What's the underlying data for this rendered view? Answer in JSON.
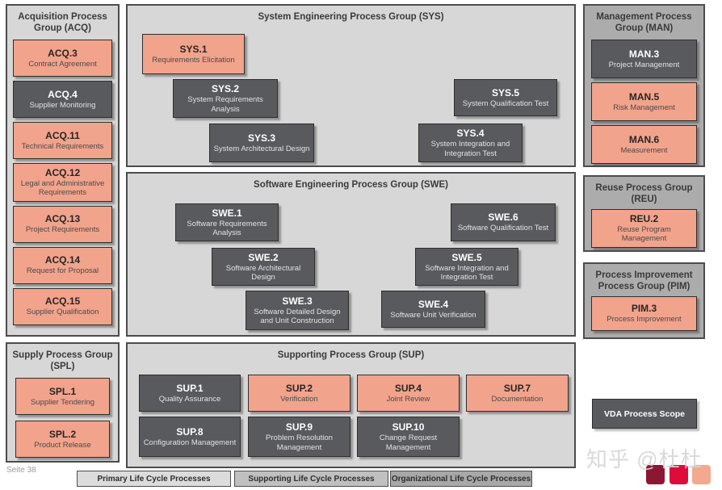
{
  "page": {
    "footer": "Seite 38",
    "watermark": "知乎 @杜杜"
  },
  "colors": {
    "primary-fill": "#F2A38C",
    "scoped-fill": "#595A5E",
    "panel-light": "#D7D7D7",
    "panel-dark": "#ACACAC",
    "legend-primary": "#DCDCDC",
    "legend-supporting": "#C0C0C0",
    "legend-organizational": "#A8A8A8",
    "logo-dark-red": "#8C1733",
    "logo-red": "#DF0B3B",
    "logo-salmon": "#F2A98E"
  },
  "legend": {
    "primary": "Primary Life Cycle Processes",
    "supporting": "Supporting Life Cycle Processes",
    "organizational": "Organizational Life Cycle Processes"
  },
  "scope": {
    "label": "VDA Process Scope"
  },
  "groups": {
    "acq": {
      "title": "Acquisition Process Group (ACQ)",
      "processes": [
        {
          "id": "ACQ.3",
          "name": "Contract Agreement"
        },
        {
          "id": "ACQ.4",
          "name": "Supplier Monitoring"
        },
        {
          "id": "ACQ.11",
          "name": "Technical Requirements"
        },
        {
          "id": "ACQ.12",
          "name": "Legal and Administrative Requirements"
        },
        {
          "id": "ACQ.13",
          "name": "Project Requirements"
        },
        {
          "id": "ACQ.14",
          "name": "Request for Proposal"
        },
        {
          "id": "ACQ.15",
          "name": "Supplier Qualification"
        }
      ]
    },
    "spl": {
      "title": "Supply Process Group (SPL)",
      "processes": [
        {
          "id": "SPL.1",
          "name": "Supplier Tendering"
        },
        {
          "id": "SPL.2",
          "name": "Product Release"
        }
      ]
    },
    "sys": {
      "title": "System Engineering Process Group (SYS)",
      "processes": [
        {
          "id": "SYS.1",
          "name": "Requirements Elicitation"
        },
        {
          "id": "SYS.2",
          "name": "System Requirements Analysis"
        },
        {
          "id": "SYS.3",
          "name": "System Architectural Design"
        },
        {
          "id": "SYS.4",
          "name": "System Integration and Integration Test"
        },
        {
          "id": "SYS.5",
          "name": "System Qualification Test"
        }
      ]
    },
    "swe": {
      "title": "Software Engineering Process Group (SWE)",
      "processes": [
        {
          "id": "SWE.1",
          "name": "Software Requirements Analysis"
        },
        {
          "id": "SWE.2",
          "name": "Software Architectural Design"
        },
        {
          "id": "SWE.3",
          "name": "Software Detailed Design and Unit Construction"
        },
        {
          "id": "SWE.4",
          "name": "Software Unit Verification"
        },
        {
          "id": "SWE.5",
          "name": "Software Integration and Integration Test"
        },
        {
          "id": "SWE.6",
          "name": "Software Qualification Test"
        }
      ]
    },
    "sup": {
      "title": "Supporting Process Group (SUP)",
      "processes": [
        {
          "id": "SUP.1",
          "name": "Quality Assurance"
        },
        {
          "id": "SUP.2",
          "name": "Verification"
        },
        {
          "id": "SUP.4",
          "name": "Joint Review"
        },
        {
          "id": "SUP.7",
          "name": "Documentation"
        },
        {
          "id": "SUP.8",
          "name": "Configuration Management"
        },
        {
          "id": "SUP.9",
          "name": "Problem Resolution Management"
        },
        {
          "id": "SUP.10",
          "name": "Change Request Management"
        }
      ]
    },
    "man": {
      "title": "Management Process Group (MAN)",
      "processes": [
        {
          "id": "MAN.3",
          "name": "Project Management"
        },
        {
          "id": "MAN.5",
          "name": "Risk Management"
        },
        {
          "id": "MAN.6",
          "name": "Measurement"
        }
      ]
    },
    "reu": {
      "title": "Reuse Process Group (REU)",
      "processes": [
        {
          "id": "REU.2",
          "name": "Reuse Program Management"
        }
      ]
    },
    "pim": {
      "title": "Process Improvement Process Group (PIM)",
      "processes": [
        {
          "id": "PIM.3",
          "name": "Process Improvement"
        }
      ]
    }
  }
}
